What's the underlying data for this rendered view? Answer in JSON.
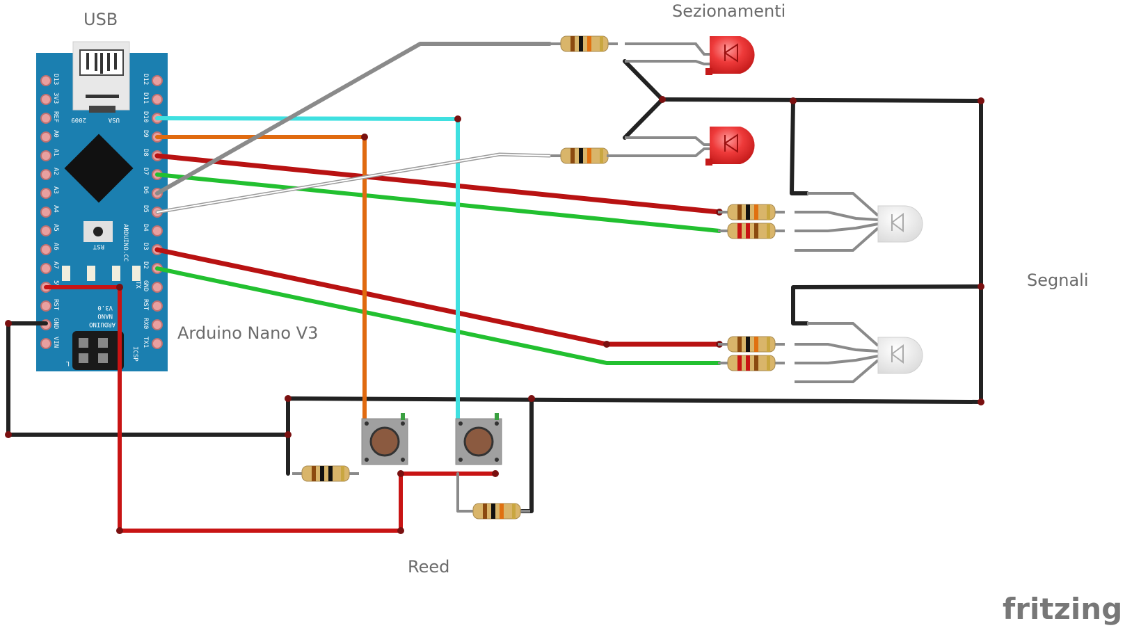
{
  "labels": {
    "usb": "USB",
    "board": "Arduino Nano V3",
    "sezionamenti": "Sezionamenti",
    "segnali": "Segnali",
    "reed": "Reed",
    "brand": "fritzing"
  },
  "board_text": {
    "right_pins": [
      "D12",
      "D11",
      "D10",
      "D9",
      "D8",
      "D7",
      "D6",
      "D5",
      "D4",
      "D3",
      "D2",
      "GND",
      "RST",
      "RX0",
      "TX1"
    ],
    "left_pins": [
      "D13",
      "3V3",
      "REF",
      "A0",
      "A1",
      "A2",
      "A3",
      "A4",
      "A5",
      "A6",
      "A7",
      "5V",
      "RST",
      "GND",
      "VIN"
    ],
    "usa": "USA",
    "year": "2009",
    "rst": "RST",
    "arduino_cc": "ARDUINO.CC",
    "version": "V3.0",
    "nano": "NANO",
    "arduino": "ARDUINO",
    "icsp": "ICSP",
    "tx": "TX",
    "rx": "RX",
    "l": "L"
  },
  "colors": {
    "board": "#1b7fb0",
    "wire_black": "#222222",
    "wire_red": "#c81414",
    "wire_green": "#22c030",
    "wire_cyan": "#3fe0e0",
    "wire_orange": "#e06a10",
    "wire_gray": "#8a8a8a",
    "led_red": "#e83030",
    "button_body": "#a0a0a0",
    "button_cap": "#8b5a40"
  },
  "icons": [
    "arduino-nano",
    "resistor",
    "red-led",
    "rgb-led",
    "push-button"
  ]
}
